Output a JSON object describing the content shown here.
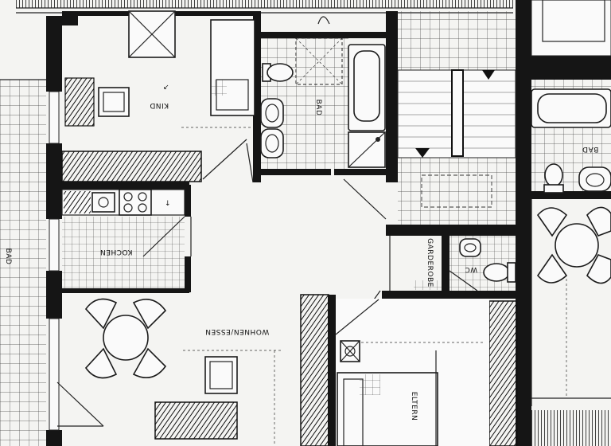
{
  "plan": {
    "rooms": [
      {
        "id": "kind",
        "text": "KIND"
      },
      {
        "id": "bad-center",
        "text": "BAD"
      },
      {
        "id": "bad-right",
        "text": "BAD"
      },
      {
        "id": "bad-left",
        "text": "BAD"
      },
      {
        "id": "kochen",
        "text": "KOCHEN"
      },
      {
        "id": "wohnen-essen",
        "text": "WOHNEN/ESSEN"
      },
      {
        "id": "garderobe",
        "text": "GARDEROBE"
      },
      {
        "id": "wc",
        "text": "WC"
      },
      {
        "id": "eltern",
        "text": "ELTERN"
      }
    ],
    "marks": {
      "kitchen_arrow": "↓",
      "kind_tick": "↙"
    },
    "colors": {
      "paper": "#f4f4f2",
      "wall": "#151515",
      "line": "#222222"
    }
  }
}
